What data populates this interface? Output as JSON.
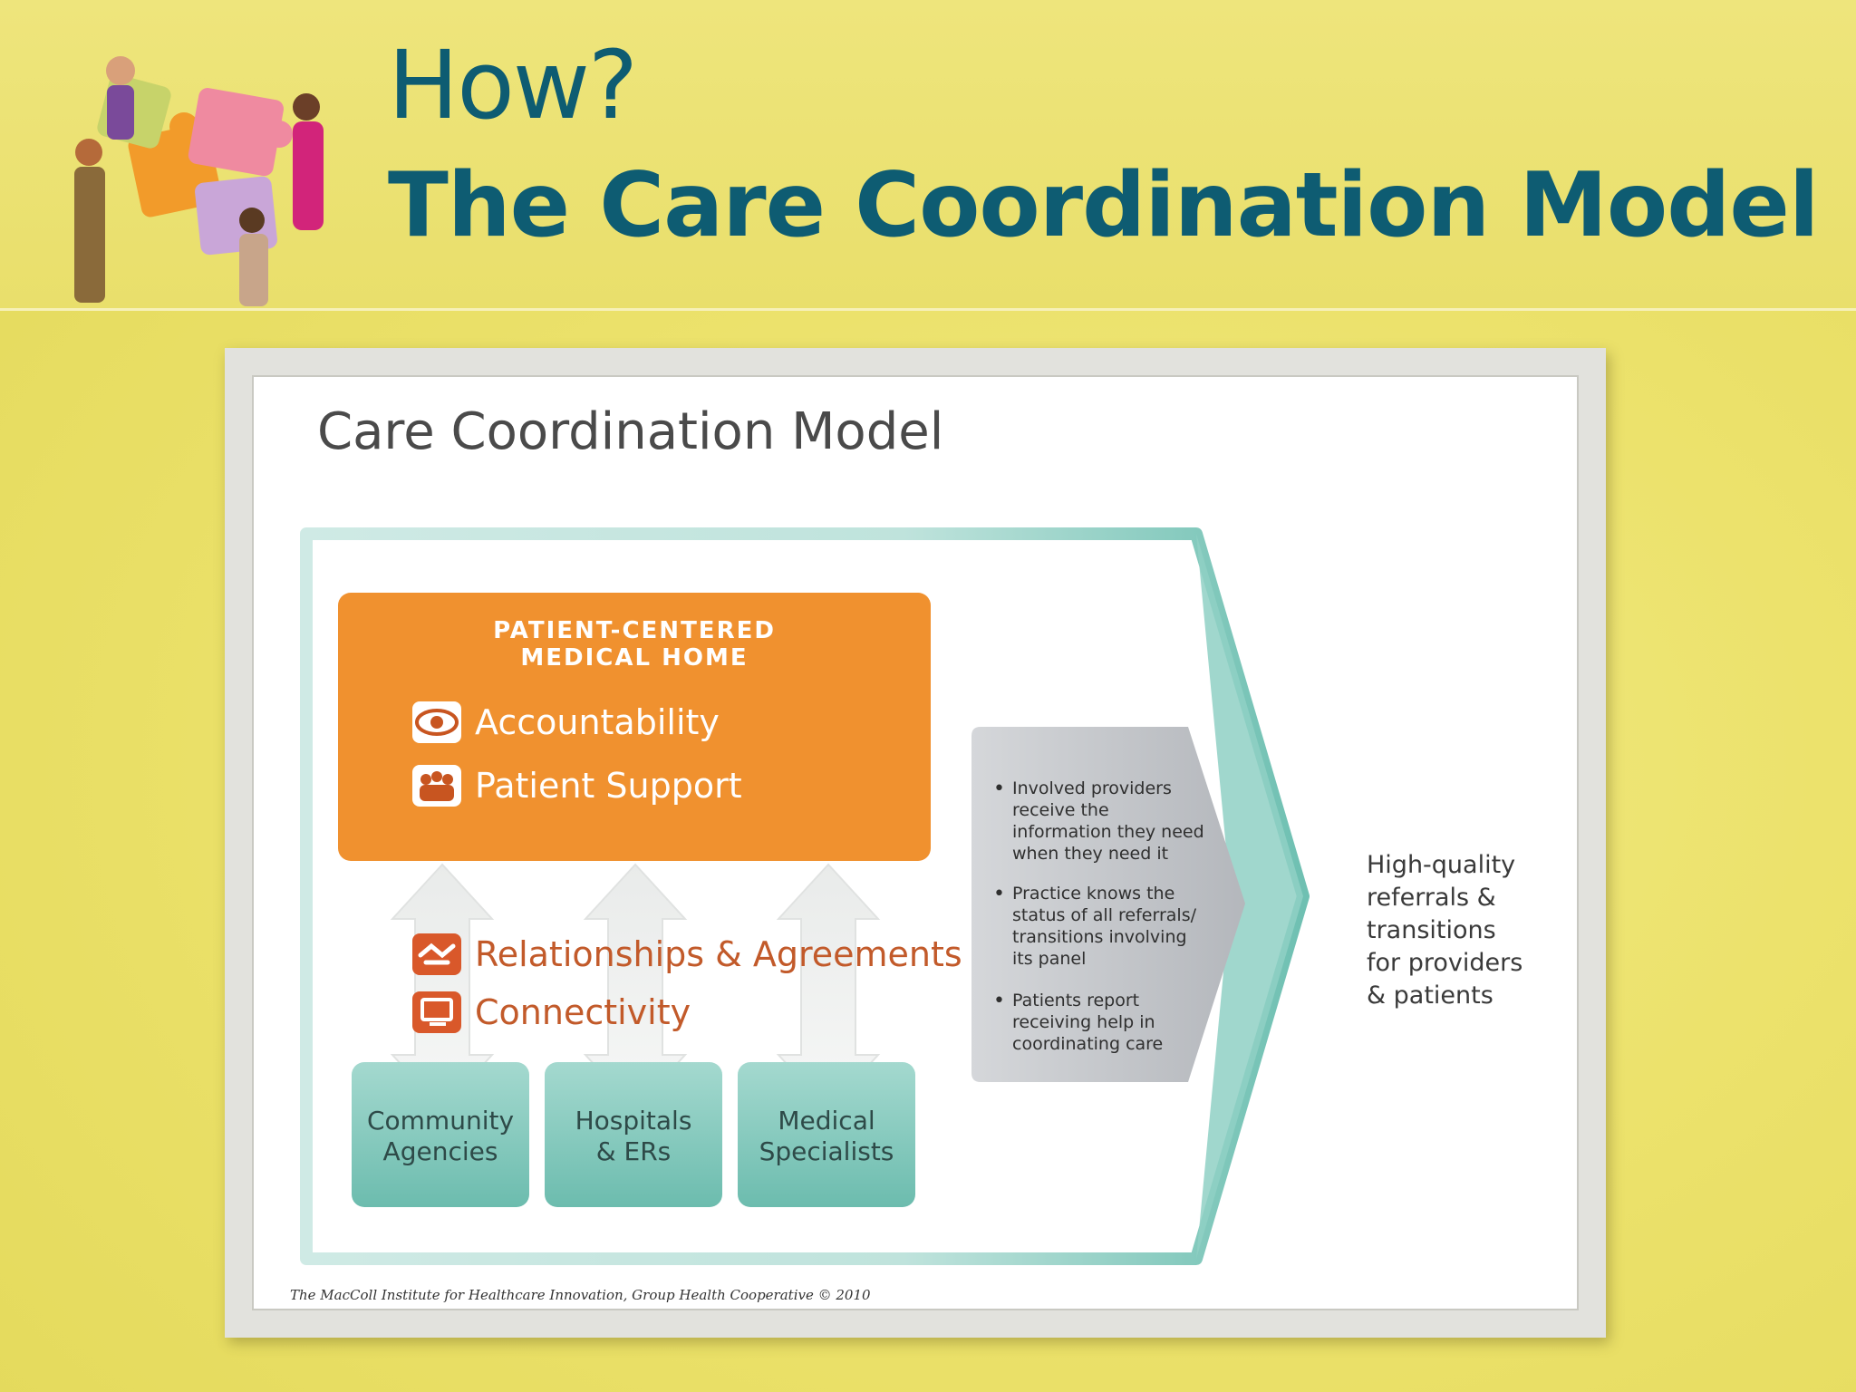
{
  "header": {
    "title_line1": "How?",
    "title_line2": "The Care Coordination Model"
  },
  "slide": {
    "title": "Care Coordination Model",
    "pcmh": {
      "heading_line1": "PATIENT-CENTERED",
      "heading_line2": "MEDICAL HOME",
      "items": [
        {
          "label": "Accountability",
          "icon": "eye-icon"
        },
        {
          "label": "Patient Support",
          "icon": "people-icon"
        }
      ]
    },
    "middle_items": [
      {
        "label": "Relationships & Agreements",
        "icon": "handshake-icon"
      },
      {
        "label": "Connectivity",
        "icon": "computer-icon"
      }
    ],
    "partners": [
      {
        "line1": "Community",
        "line2": "Agencies"
      },
      {
        "line1": "Hospitals",
        "line2": "& ERs"
      },
      {
        "line1": "Medical",
        "line2": "Specialists"
      }
    ],
    "outcomes": [
      [
        "Involved providers",
        "receive the",
        "information they need",
        "when they need it"
      ],
      [
        "Practice knows the",
        "status of all referrals/",
        "transitions involving",
        "its panel"
      ],
      [
        "Patients report",
        "receiving help in",
        "coordinating care"
      ]
    ],
    "result": [
      "High-quality",
      "referrals &",
      "transitions",
      "for providers",
      "& patients"
    ],
    "footer": "The MacColl Institute for Healthcare Innovation, Group Health Cooperative © 2010"
  },
  "colors": {
    "title": "#0e5c72",
    "orange": "#f0912f",
    "teal": "#7fc9bd",
    "gray_panel": "#c5c7cb",
    "item_text": "#c25a2a"
  }
}
